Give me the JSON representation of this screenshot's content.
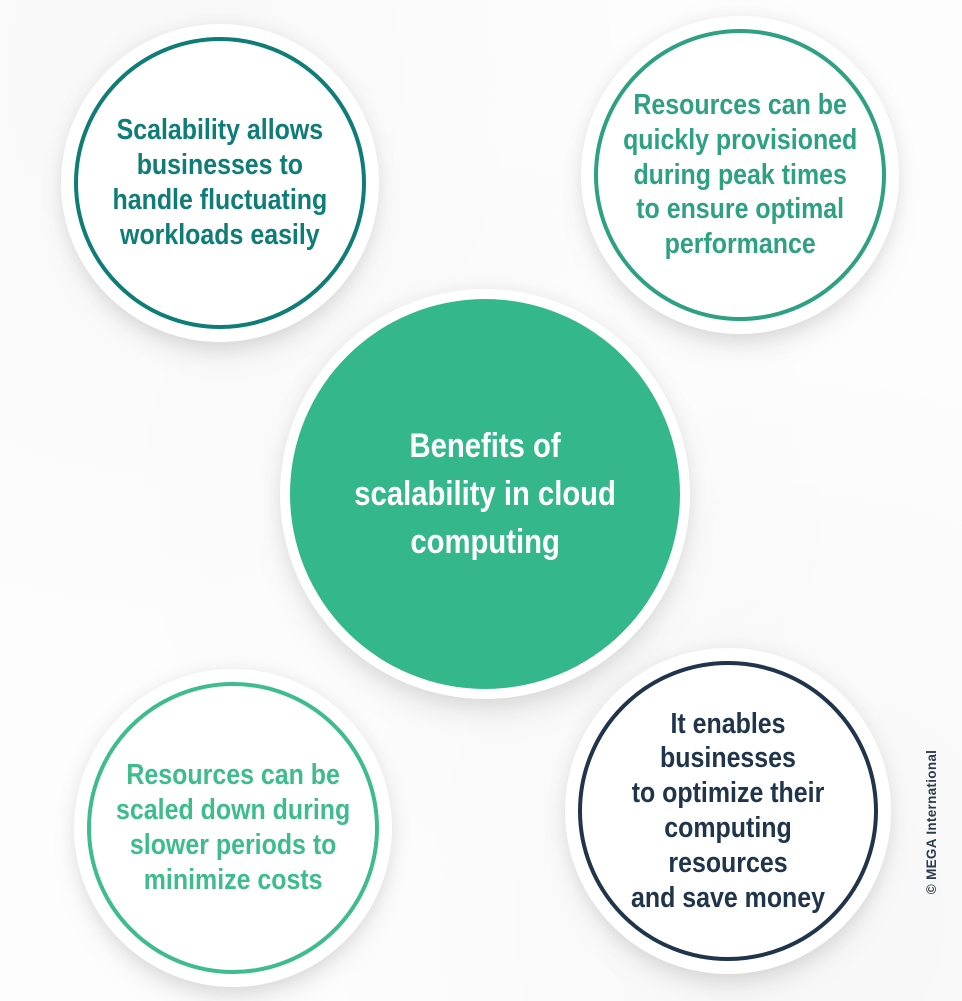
{
  "diagram": {
    "title_node": {
      "text": "Benefits of\nscalability in cloud\ncomputing",
      "bg_color": "#33b78b",
      "text_color": "#ffffff"
    },
    "nodes": [
      {
        "id": "top-left",
        "text": "Scalability allows\nbusinesses to\nhandle fluctuating\nworkloads easily",
        "color": "#0f7d77"
      },
      {
        "id": "top-right",
        "text": "Resources can be\nquickly provisioned\nduring peak times\nto ensure optimal\nperformance",
        "color": "#2ea183"
      },
      {
        "id": "bottom-left",
        "text": "Resources can be\nscaled down during\nslower periods to\nminimize costs",
        "color": "#3ebc8d"
      },
      {
        "id": "bottom-right",
        "text": "It enables businesses\nto optimize their\ncomputing resources\nand save money",
        "color": "#20344b"
      }
    ],
    "copyright": {
      "text": "© MEGA International",
      "color": "#2b3b4a"
    }
  }
}
